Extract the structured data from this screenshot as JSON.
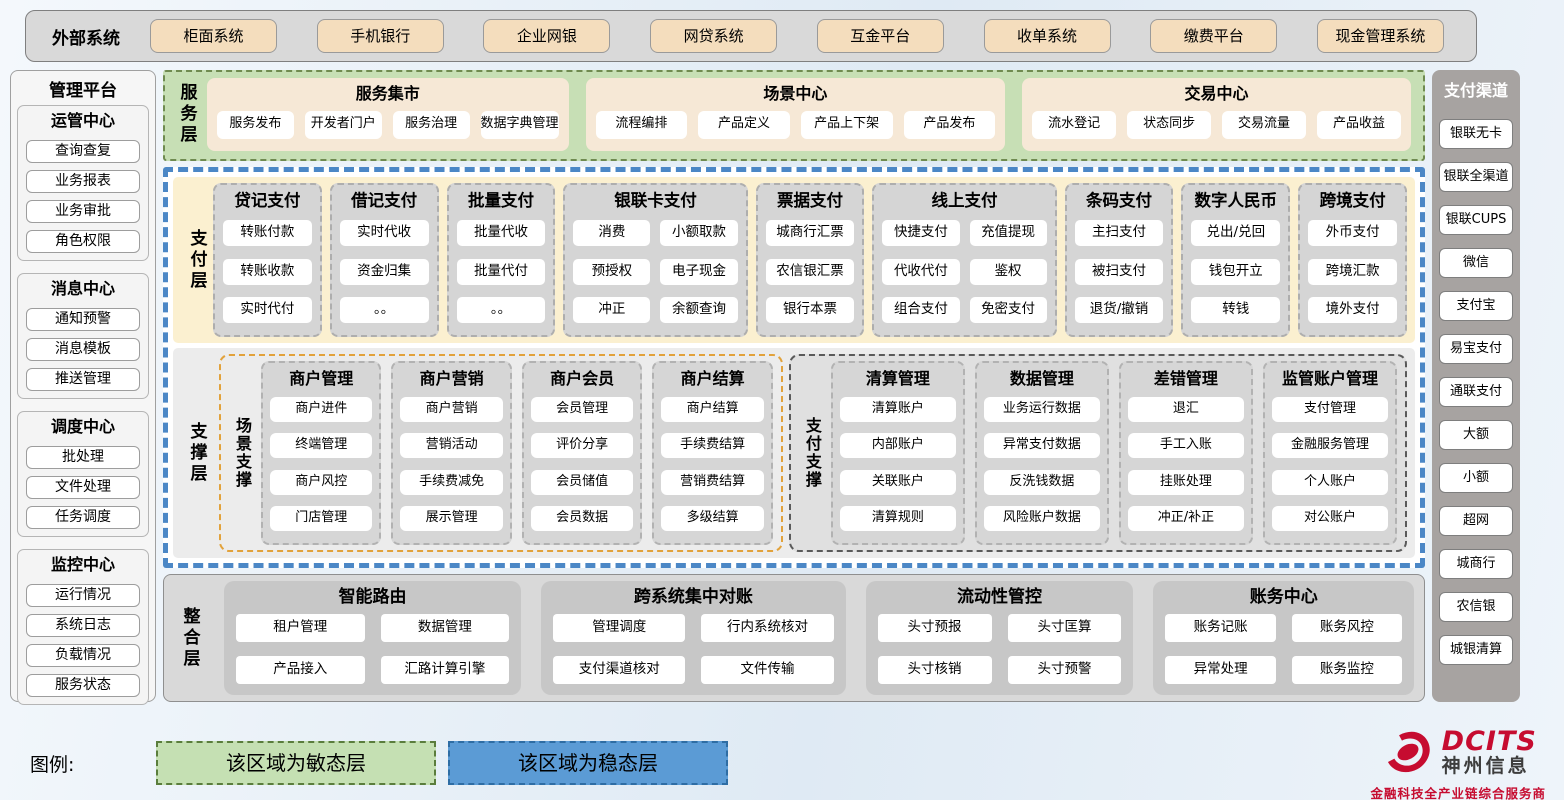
{
  "external": {
    "label": "外部系统",
    "items": [
      "柜面系统",
      "手机银行",
      "企业网银",
      "网贷系统",
      "互金平台",
      "收单系统",
      "缴费平台",
      "现金管理系统"
    ]
  },
  "management": {
    "title": "管理平台",
    "groups": [
      {
        "title": "运管中心",
        "items": [
          "查询查复",
          "业务报表",
          "业务审批",
          "角色权限"
        ]
      },
      {
        "title": "消息中心",
        "items": [
          "通知预警",
          "消息模板",
          "推送管理"
        ]
      },
      {
        "title": "调度中心",
        "items": [
          "批处理",
          "文件处理",
          "任务调度"
        ]
      },
      {
        "title": "监控中心",
        "items": [
          "运行情况",
          "系统日志",
          "负载情况",
          "服务状态"
        ]
      }
    ]
  },
  "service_layer": {
    "label": "服务层",
    "groups": [
      {
        "title": "服务集市",
        "items": [
          "服务发布",
          "开发者门户",
          "服务治理",
          "数据字典管理"
        ]
      },
      {
        "title": "场景中心",
        "items": [
          "流程编排",
          "产品定义",
          "产品上下架",
          "产品发布"
        ]
      },
      {
        "title": "交易中心",
        "items": [
          "流水登记",
          "状态同步",
          "交易流量",
          "产品收益"
        ]
      }
    ]
  },
  "payment_layer": {
    "label": "支付层",
    "columns": [
      {
        "title": "贷记支付",
        "layout_cols": 1,
        "items": [
          "转账付款",
          "转账收款",
          "实时代付"
        ]
      },
      {
        "title": "借记支付",
        "layout_cols": 1,
        "items": [
          "实时代收",
          "资金归集",
          "。。"
        ]
      },
      {
        "title": "批量支付",
        "layout_cols": 1,
        "items": [
          "批量代收",
          "批量代付",
          "。。"
        ]
      },
      {
        "title": "银联卡支付",
        "layout_cols": 2,
        "items": [
          "消费",
          "小额取款",
          "预授权",
          "电子现金",
          "冲正",
          "余额查询"
        ]
      },
      {
        "title": "票据支付",
        "layout_cols": 1,
        "items": [
          "城商行汇票",
          "农信银汇票",
          "银行本票"
        ]
      },
      {
        "title": "线上支付",
        "layout_cols": 2,
        "items": [
          "快捷支付",
          "充值提现",
          "代收代付",
          "鉴权",
          "组合支付",
          "免密支付"
        ]
      },
      {
        "title": "条码支付",
        "layout_cols": 1,
        "items": [
          "主扫支付",
          "被扫支付",
          "退货/撤销"
        ]
      },
      {
        "title": "数字人民币",
        "layout_cols": 1,
        "items": [
          "兑出/兑回",
          "钱包开立",
          "转钱"
        ]
      },
      {
        "title": "跨境支付",
        "layout_cols": 1,
        "items": [
          "外币支付",
          "跨境汇款",
          "境外支付"
        ]
      }
    ]
  },
  "support_layer": {
    "label": "支撑层",
    "scene": {
      "label": "场景支撑",
      "columns": [
        {
          "title": "商户管理",
          "items": [
            "商户进件",
            "终端管理",
            "商户风控",
            "门店管理"
          ]
        },
        {
          "title": "商户营销",
          "items": [
            "商户营销",
            "营销活动",
            "手续费减免",
            "展示管理"
          ]
        },
        {
          "title": "商户会员",
          "items": [
            "会员管理",
            "评价分享",
            "会员储值",
            "会员数据"
          ]
        },
        {
          "title": "商户结算",
          "items": [
            "商户结算",
            "手续费结算",
            "营销费结算",
            "多级结算"
          ]
        }
      ]
    },
    "payment": {
      "label": "支付支撑",
      "columns": [
        {
          "title": "清算管理",
          "items": [
            "清算账户",
            "内部账户",
            "关联账户",
            "清算规则"
          ]
        },
        {
          "title": "数据管理",
          "items": [
            "业务运行数据",
            "异常支付数据",
            "反洗钱数据",
            "风险账户数据"
          ]
        },
        {
          "title": "差错管理",
          "items": [
            "退汇",
            "手工入账",
            "挂账处理",
            "冲正/补正"
          ]
        },
        {
          "title": "监管账户管理",
          "items": [
            "支付管理",
            "金融服务管理",
            "个人账户",
            "对公账户"
          ]
        }
      ]
    }
  },
  "integration_layer": {
    "label": "整合层",
    "groups": [
      {
        "title": "智能路由",
        "items": [
          "租户管理",
          "数据管理",
          "产品接入",
          "汇路计算引擎"
        ]
      },
      {
        "title": "跨系统集中对账",
        "items": [
          "管理调度",
          "行内系统核对",
          "支付渠道核对",
          "文件传输"
        ]
      },
      {
        "title": "流动性管控",
        "items": [
          "头寸预报",
          "头寸匡算",
          "头寸核销",
          "头寸预警"
        ]
      },
      {
        "title": "账务中心",
        "items": [
          "账务记账",
          "账务风控",
          "异常处理",
          "账务监控"
        ]
      }
    ]
  },
  "channels": {
    "title": "支付渠道",
    "items": [
      "银联无卡",
      "银联全渠道",
      "银联CUPS",
      "微信",
      "支付宝",
      "易宝支付",
      "通联支付",
      "大额",
      "小额",
      "超网",
      "城商行",
      "农信银",
      "城银清算"
    ]
  },
  "legend": {
    "label": "图例:",
    "items": [
      {
        "text": "该区域为敏态层",
        "color": "#c5e0b3"
      },
      {
        "text": "该区域为稳态层",
        "color": "#5b9bd5"
      }
    ]
  },
  "logo": {
    "brand": "DCITS",
    "name": "神州信息",
    "tagline": "金融科技全产业链综合服务商"
  },
  "colors": {
    "agile_green": "#c7dfb5",
    "stable_blue": "#4b87c6",
    "payment_cream": "#fbf0d0",
    "external_tan": "#f4ddbd",
    "scene_orange": "#e2a23b",
    "brand_red": "#c60c30"
  }
}
